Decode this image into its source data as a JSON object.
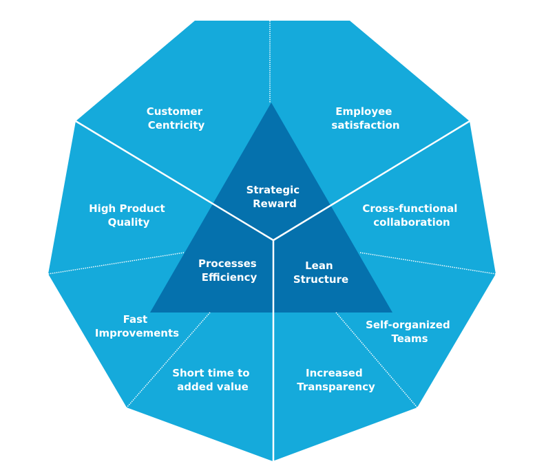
{
  "colors": {
    "outer": "#15aadb",
    "inner": "#0571ad",
    "lines": "#ffffff"
  },
  "center": {
    "strategic": [
      "Strategic",
      "Reward"
    ],
    "processes": [
      "Processes",
      "Efficiency"
    ],
    "lean": [
      "Lean",
      "Structure"
    ]
  },
  "outer": {
    "customer": [
      "Customer",
      "Centricity"
    ],
    "employee": [
      "Employee",
      "satisfaction"
    ],
    "quality": [
      "High Product",
      "Quality"
    ],
    "crossfunctional": [
      "Cross-functional",
      "collaboration"
    ],
    "fast": [
      "Fast",
      "Improvements"
    ],
    "selforganized": [
      "Self-organized",
      "Teams"
    ],
    "shorttime": [
      "Short time to",
      "added value"
    ],
    "transparency": [
      "Increased",
      "Transparency"
    ]
  }
}
